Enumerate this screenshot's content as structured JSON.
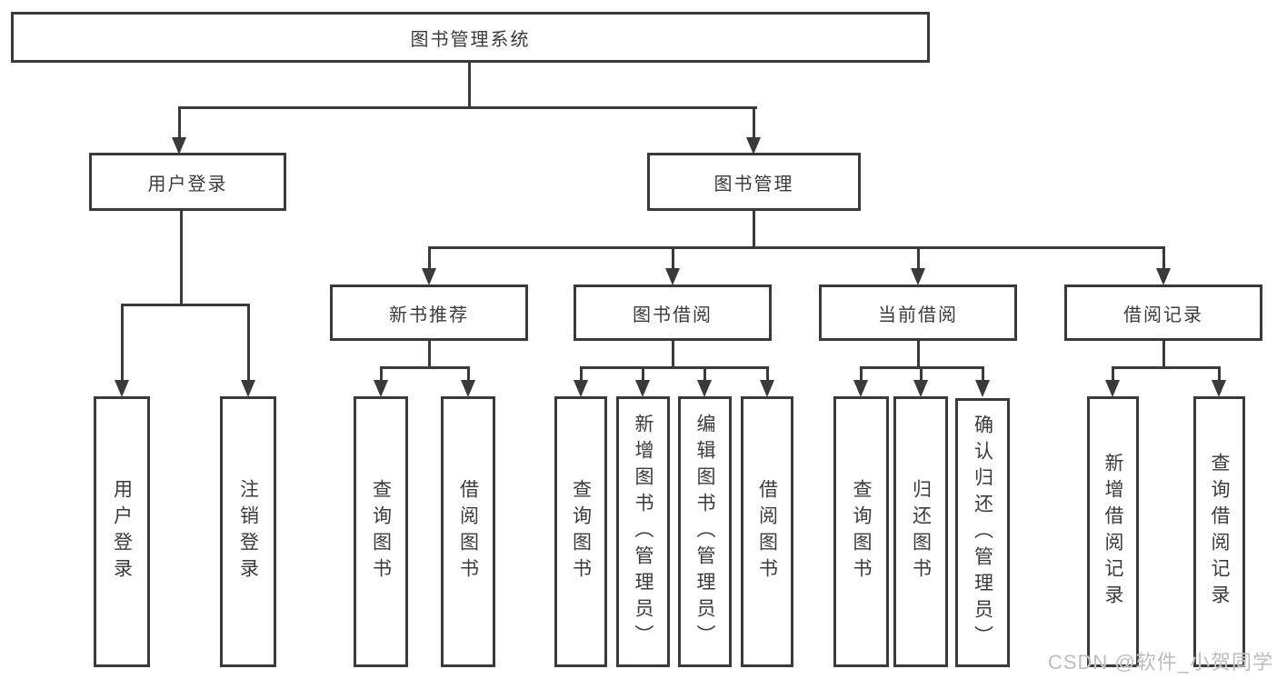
{
  "colors": {
    "line": "#3a3a3a",
    "text": "#3b3b3b",
    "watermark": "#bdbdbd",
    "background": "#ffffff"
  },
  "watermark": {
    "text": "CSDN @软件_小贺同学"
  },
  "tree": {
    "root": {
      "label": "图书管理系统"
    },
    "branches": [
      {
        "label": "用户登录",
        "leaves": [
          {
            "label": "用户登录"
          },
          {
            "label": "注销登录"
          }
        ]
      },
      {
        "label": "图书管理",
        "groups": [
          {
            "label": "新书推荐",
            "leaves": [
              {
                "label": "查询图书"
              },
              {
                "label": "借阅图书"
              }
            ]
          },
          {
            "label": "图书借阅",
            "leaves": [
              {
                "label": "查询图书"
              },
              {
                "label": "新增图书（管理员）"
              },
              {
                "label": "编辑图书（管理员）"
              },
              {
                "label": "借阅图书"
              }
            ]
          },
          {
            "label": "当前借阅",
            "leaves": [
              {
                "label": "查询图书"
              },
              {
                "label": "归还图书"
              },
              {
                "label": "确认归还（管理员）"
              }
            ]
          },
          {
            "label": "借阅记录",
            "leaves": [
              {
                "label": "新增借阅记录"
              },
              {
                "label": "查询借阅记录"
              }
            ]
          }
        ]
      }
    ]
  }
}
